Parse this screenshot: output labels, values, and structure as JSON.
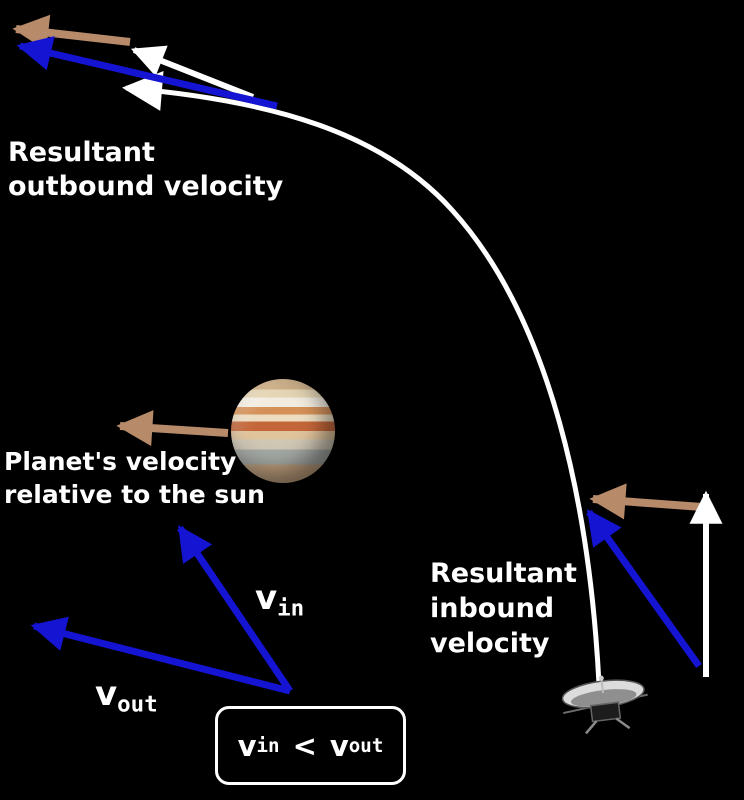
{
  "colors": {
    "background": "#000000",
    "blue": "#1414d2",
    "tan": "#b78a6a",
    "white": "#ffffff"
  },
  "icons": {
    "jupiter": "jupiter-banded-planet",
    "spacecraft": "space-probe-with-dish"
  },
  "labels": {
    "outbound": {
      "line1": "Resultant",
      "line2": "outbound velocity"
    },
    "planet": {
      "line1": "Planet's velocity",
      "line2": "relative to the sun"
    },
    "inbound": {
      "line1": "Resultant",
      "line2": "inbound",
      "line3": "velocity"
    },
    "vin": {
      "base": "v",
      "sub": "in"
    },
    "vout": {
      "base": "v",
      "sub": "out"
    },
    "equation": {
      "lhs_base": "v",
      "lhs_sub": "in",
      "operator": "<",
      "rhs_base": "v",
      "rhs_sub": "out"
    }
  }
}
